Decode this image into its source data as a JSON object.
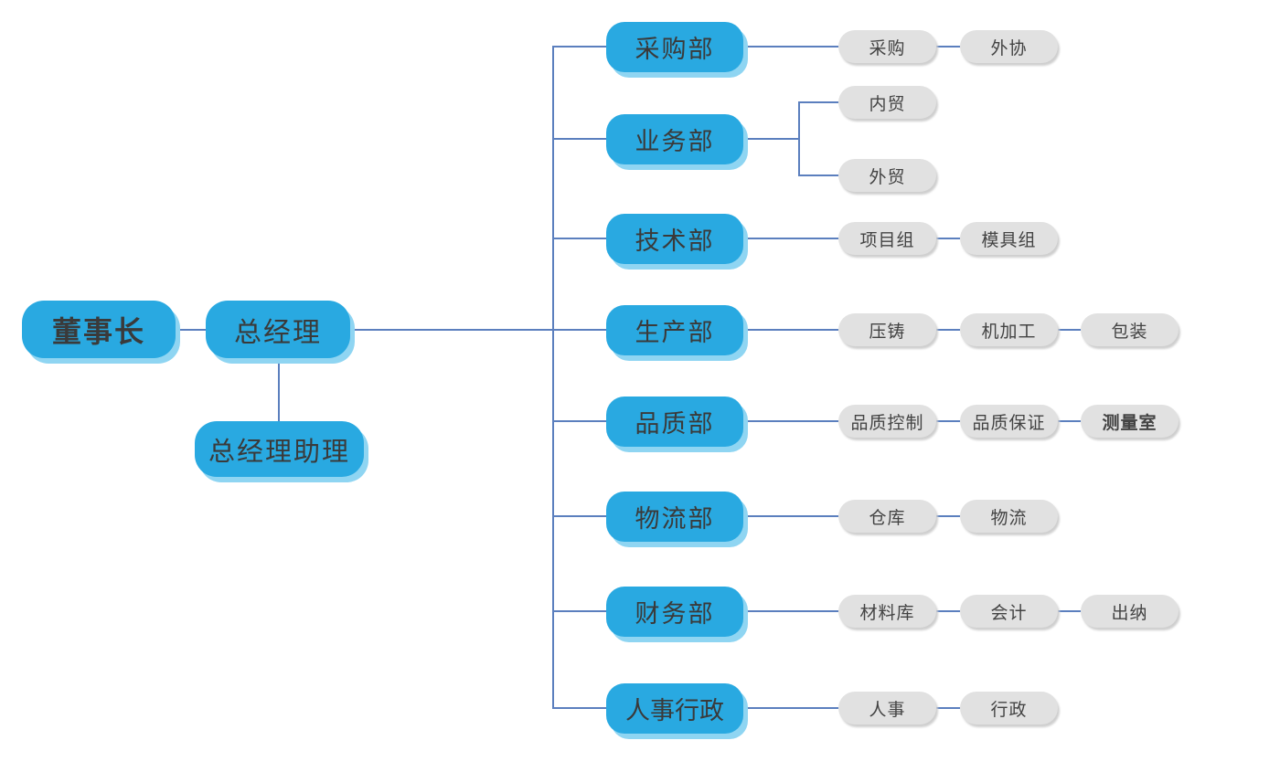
{
  "diagram": {
    "type": "org-chart",
    "colors": {
      "blue": "#29a9e1",
      "blue-shadow": "#8fd5f2",
      "gray": "#e1e1e1",
      "line": "#5b7fbe",
      "text": "#3a3a3a"
    },
    "chairman": {
      "label": "董事长"
    },
    "general_manager": {
      "label": "总经理"
    },
    "gm_assistant": {
      "label": "总经理助理"
    },
    "departments": [
      {
        "label": "采购部",
        "children": [
          "采购",
          "外协"
        ]
      },
      {
        "label": "业务部",
        "children": [
          "内贸",
          "外贸"
        ]
      },
      {
        "label": "技术部",
        "children": [
          "项目组",
          "模具组"
        ]
      },
      {
        "label": "生产部",
        "children": [
          "压铸",
          "机加工",
          "包装"
        ]
      },
      {
        "label": "品质部",
        "children": [
          "品质控制",
          "品质保证",
          "测量室"
        ]
      },
      {
        "label": "物流部",
        "children": [
          "仓库",
          "物流"
        ]
      },
      {
        "label": "财务部",
        "children": [
          "材料库",
          "会计",
          "出纳"
        ]
      },
      {
        "label": "人事行政",
        "children": [
          "人事",
          "行政"
        ]
      }
    ]
  }
}
